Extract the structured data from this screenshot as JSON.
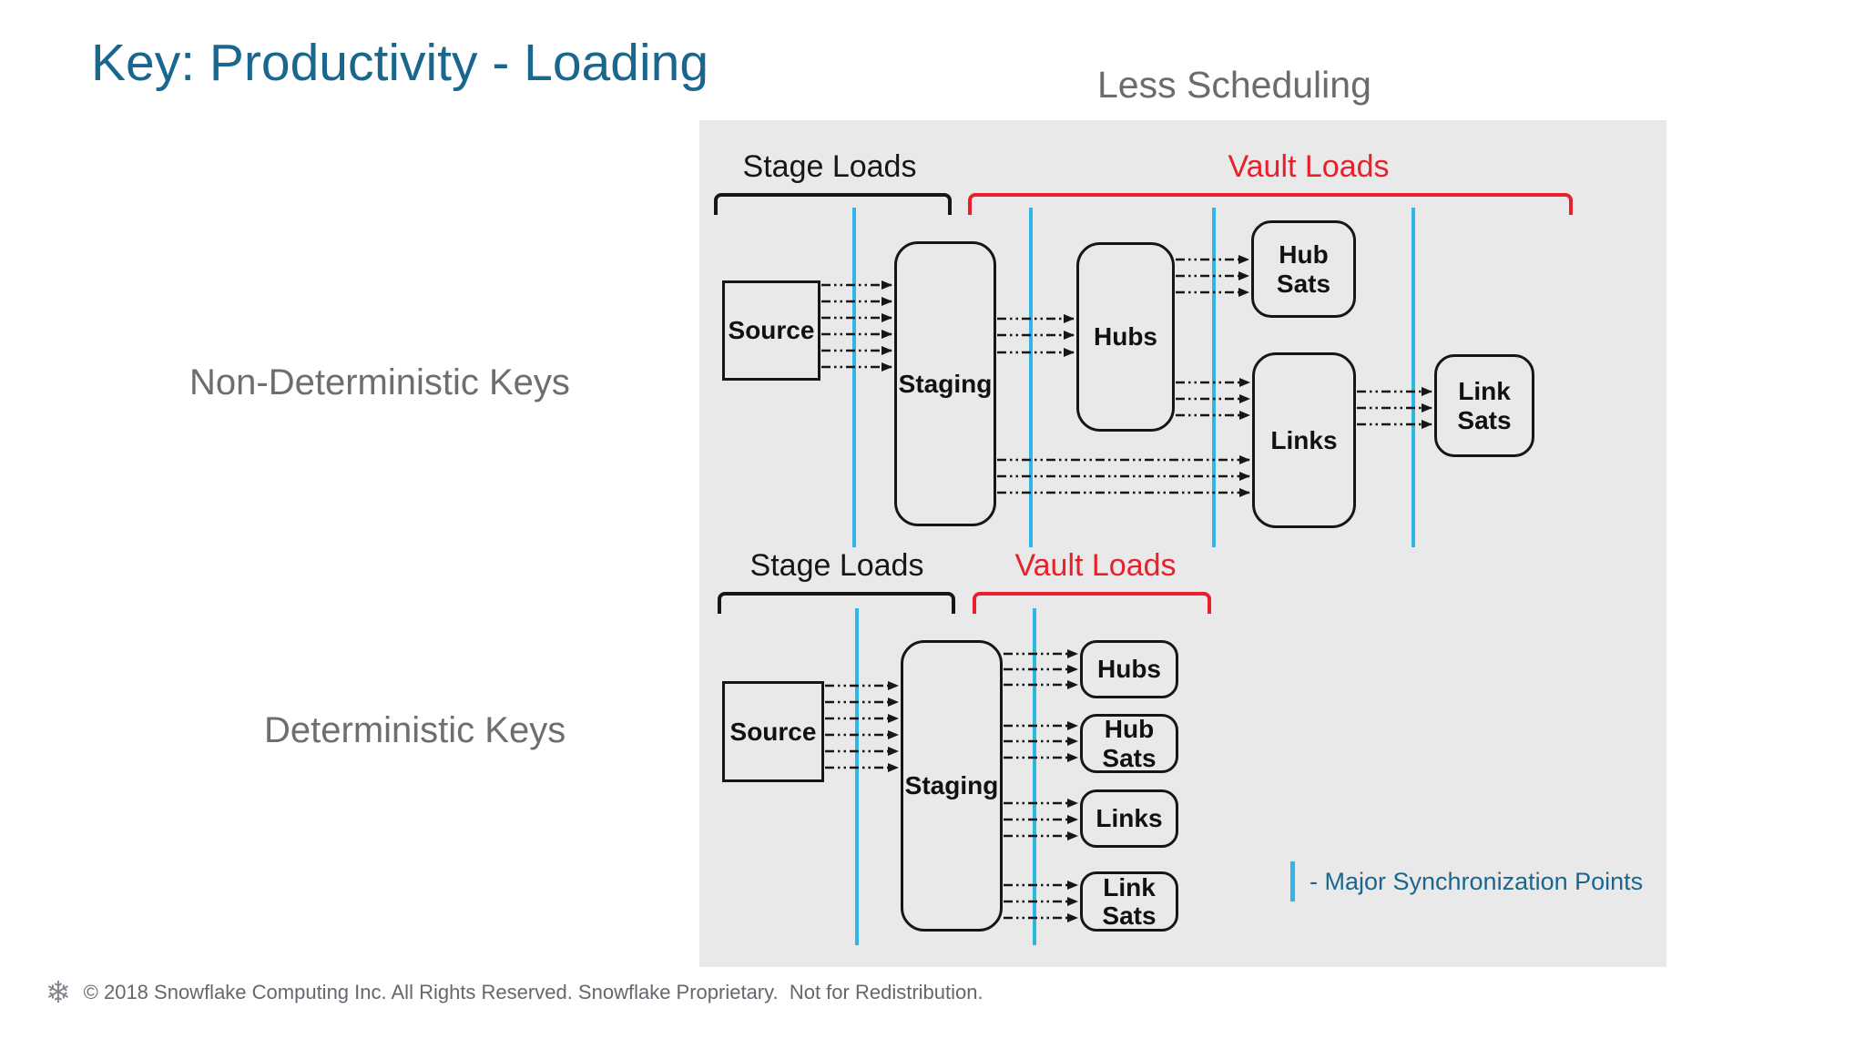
{
  "slide": {
    "title": "Key: Productivity - Loading",
    "subtitle": "Less Scheduling",
    "footer": "© 2018 Snowflake Computing Inc. All Rights Reserved. Snowflake Proprietary.  Not for Redistribution."
  },
  "rows": {
    "top": "Non-Deterministic Keys",
    "bottom": "Deterministic Keys"
  },
  "diagrams": {
    "top": {
      "stage_loads": "Stage Loads",
      "vault_loads": "Vault Loads",
      "nodes": {
        "source": "Source",
        "staging": "Staging",
        "hubs": "Hubs",
        "hub_sats": "Hub\nSats",
        "links": "Links",
        "link_sats": "Link\nSats"
      }
    },
    "bottom": {
      "stage_loads": "Stage Loads",
      "vault_loads": "Vault Loads",
      "nodes": {
        "source": "Source",
        "staging": "Staging",
        "hubs": "Hubs",
        "hub_sats": "Hub\nSats",
        "links": "Links",
        "link_sats": "Link\nSats"
      }
    }
  },
  "legend": {
    "label": "- Major Synchronization Points"
  },
  "colors": {
    "accent_blue": "#2FB5E8",
    "red": "#E8202C",
    "title_blue": "#19678F",
    "gray_text": "#6E6E6E"
  }
}
